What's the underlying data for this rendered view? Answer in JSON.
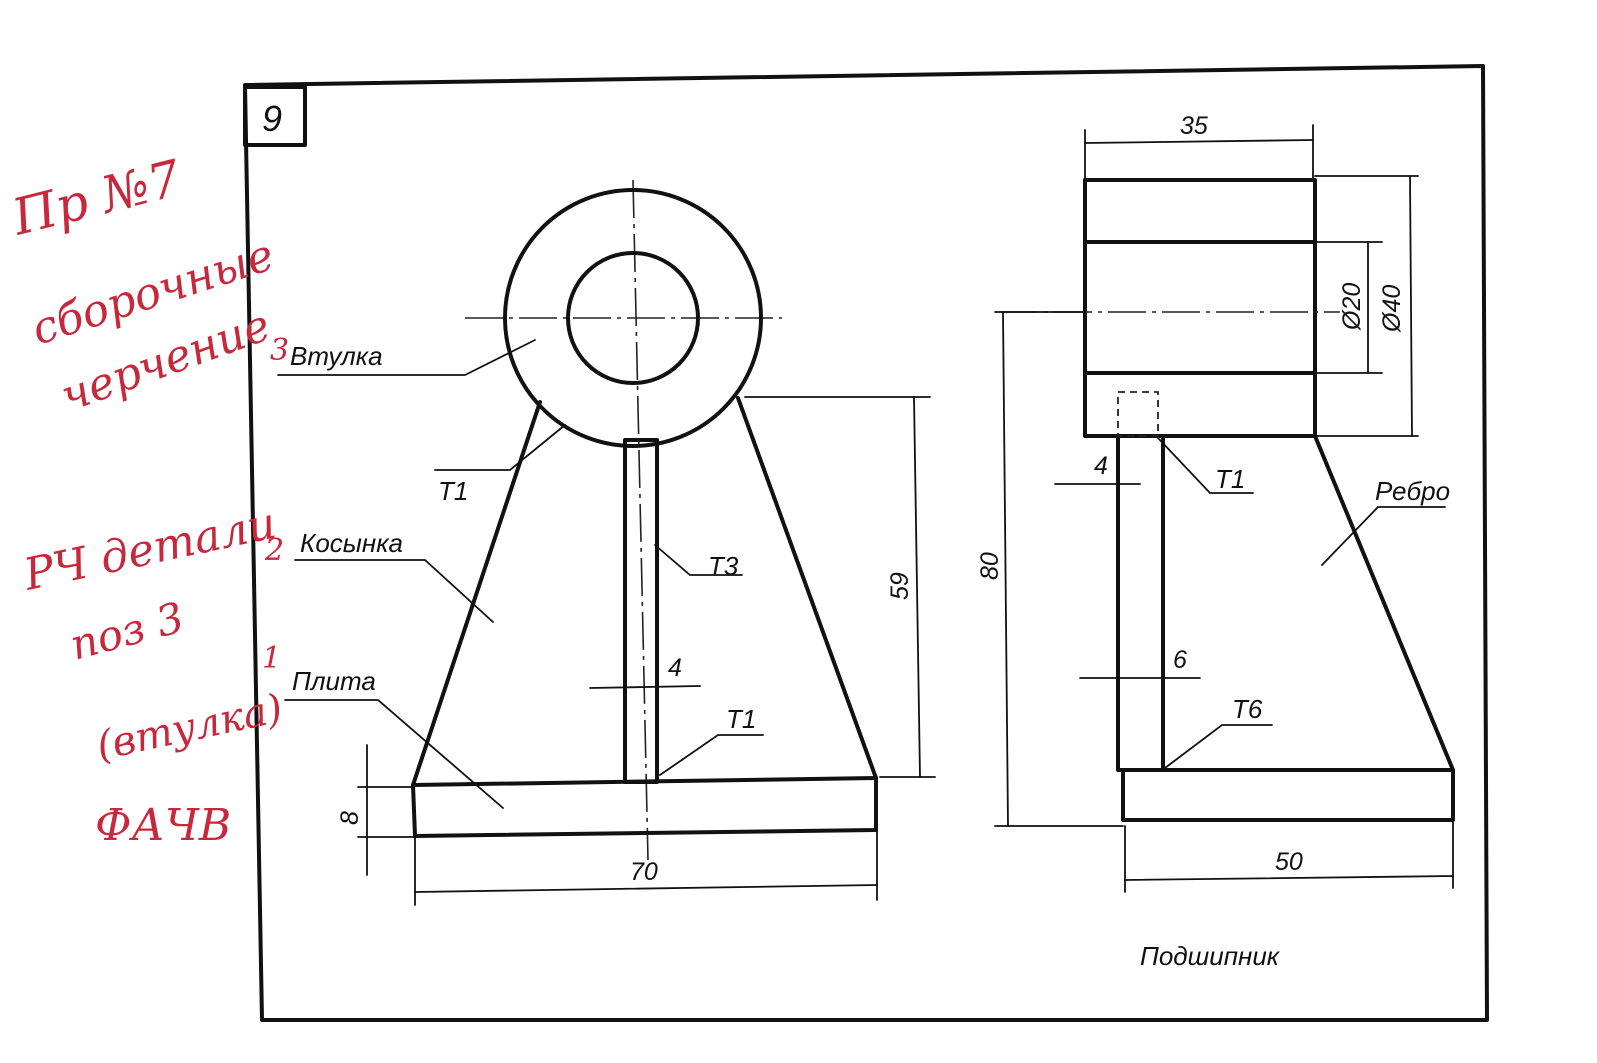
{
  "sheet": {
    "number": "9",
    "title": "Подшипник"
  },
  "parts": {
    "bushing": "Втулка",
    "gusset": "Косынка",
    "plate": "Плита",
    "rib": "Ребро"
  },
  "welds": {
    "t1_a": "T1",
    "t1_b": "T1",
    "t1_c": "T1",
    "t3": "T3",
    "t6": "T6"
  },
  "dimensions": {
    "front_height_59": "59",
    "front_thickness_4": "4",
    "front_plate_8": "8",
    "front_width_70": "70",
    "side_width_35": "35",
    "side_diam_20": "Ø20",
    "side_diam_40": "Ø40",
    "side_height_80": "80",
    "side_wall_4": "4",
    "side_wall_6": "6",
    "side_base_50": "50"
  },
  "handwriting": {
    "line1": "Пр №7",
    "line2": "сборочные",
    "line3": "черчение",
    "line4": "РЧ детали",
    "line5": "поз 3",
    "line6": "(втулка)",
    "line7": "ФАЧВ",
    "pos1": "1",
    "pos2": "2",
    "pos3": "3"
  },
  "colors": {
    "ink": "#111111",
    "handwriting": "#c8283c",
    "paper": "#ffffff"
  }
}
